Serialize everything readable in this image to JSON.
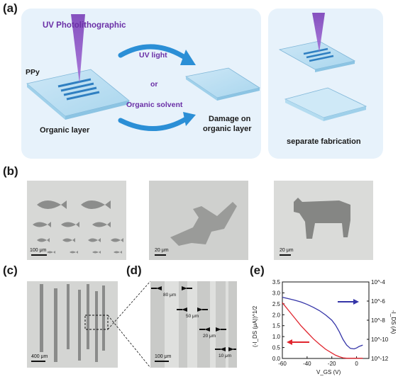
{
  "panels": {
    "a": "(a)",
    "b": "(b)",
    "c": "(c)",
    "d": "(d)",
    "e": "(e)"
  },
  "panel_a": {
    "title": "UV Photolithographic",
    "ppy": "PPy",
    "organic_layer": "Organic layer",
    "uv_light": "UV light",
    "or": "or",
    "organic_solvent": "Organic solvent",
    "damage_line1": "Damage on",
    "damage_line2": "organic layer",
    "separate": "separate fabrication"
  },
  "panel_b": {
    "scale1": "100 μm",
    "scale2": "20 μm",
    "scale3": "20 μm"
  },
  "panel_c": {
    "scale": "400 μm"
  },
  "panel_d": {
    "scale": "100 μm",
    "widths": [
      "80 μm",
      "50 μm",
      "20 μm",
      "10 μm"
    ]
  },
  "colors": {
    "purple": "#6a2fa6",
    "blue_curve": "#3535a8",
    "red_curve": "#e0262f",
    "panel_bg": "#e7f2fb",
    "arrow_blue": "#2b8fd6"
  },
  "chart_data": {
    "type": "line",
    "xlabel": "V_GS (V)",
    "ylabel_left": "(-I_DS (μA))^1/2",
    "ylabel_right": "-I_DS (A)",
    "xlim": [
      -60,
      10
    ],
    "x_ticks": [
      "-60",
      "-40",
      "-20",
      "0"
    ],
    "ylim_left": [
      0,
      3.5
    ],
    "y_ticks_left": [
      "0.0",
      "0.5",
      "1.0",
      "1.5",
      "2.0",
      "2.5",
      "3.0",
      "3.5"
    ],
    "y_ticks_right": [
      "10^-12",
      "10^-10",
      "10^-8",
      "10^-6",
      "10^-4"
    ],
    "ylim_right_log": [
      -12,
      -4
    ],
    "series": [
      {
        "color": "#3535a8",
        "axis": "right",
        "x": [
          -60,
          -55,
          -50,
          -45,
          -40,
          -35,
          -30,
          -25,
          -20,
          -17,
          -14,
          -11,
          -8,
          -5,
          -2,
          0,
          2,
          5
        ],
        "y": [
          -5.6,
          -5.75,
          -5.9,
          -6.1,
          -6.35,
          -6.65,
          -7.0,
          -7.45,
          -8.0,
          -8.5,
          -9.2,
          -10.0,
          -10.6,
          -10.95,
          -11.0,
          -10.9,
          -10.75,
          -10.6
        ]
      },
      {
        "color": "#e0262f",
        "axis": "left",
        "x": [
          -60,
          -55,
          -50,
          -45,
          -40,
          -35,
          -30,
          -25,
          -20,
          -17,
          -14,
          -11,
          -8,
          -5,
          -2,
          0,
          2,
          5
        ],
        "y": [
          2.55,
          2.2,
          1.85,
          1.5,
          1.2,
          0.9,
          0.65,
          0.42,
          0.25,
          0.15,
          0.08,
          0.03,
          0.01,
          0.01,
          0.01,
          0.01,
          0.01,
          0.01
        ]
      }
    ]
  }
}
